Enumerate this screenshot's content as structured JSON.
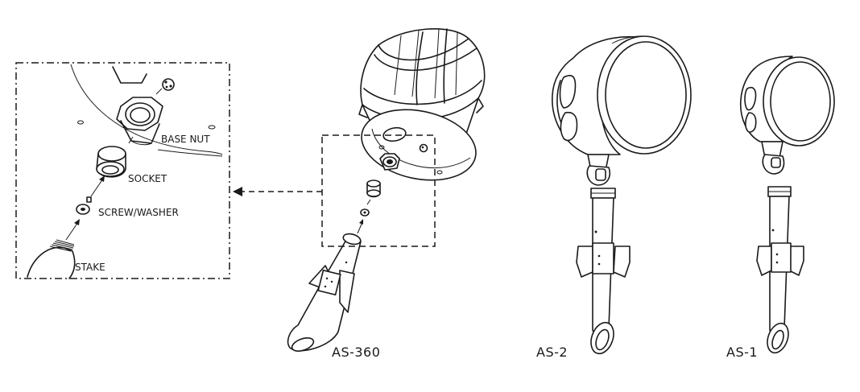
{
  "detail": {
    "labels": {
      "base_nut": "BASE NUT",
      "socket": "SOCKET",
      "screw_washer": "SCREW/WASHER",
      "stake": "STAKE"
    }
  },
  "models": [
    {
      "name": "AS-360"
    },
    {
      "name": "AS-2"
    },
    {
      "name": "AS-1"
    }
  ],
  "colors": {
    "line": "#1a1a1a",
    "background": "#ffffff"
  }
}
